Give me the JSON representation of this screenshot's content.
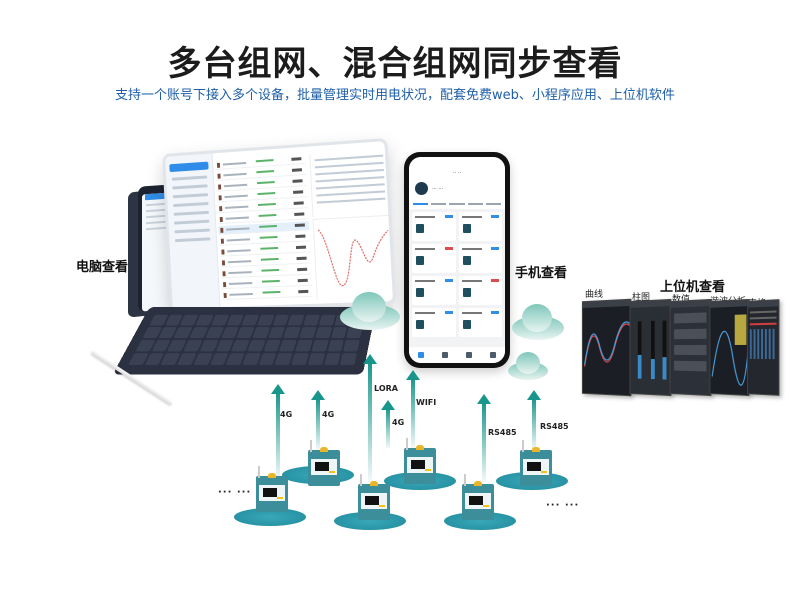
{
  "header": {
    "title": "多台组网、混合组网同步查看",
    "subtitle": "支持一个账号下接入多个设备，批量管理实时用电状况，配套免费web、小程序应用、上位机软件"
  },
  "labels": {
    "computer": "电脑查看",
    "phone": "手机查看",
    "host": "上位机查看"
  },
  "host_panels": [
    {
      "title": "曲线"
    },
    {
      "title": "柱图"
    },
    {
      "title": "数值"
    },
    {
      "title": "谐波分析"
    },
    {
      "title": "表格"
    }
  ],
  "protocols": [
    {
      "label": "4G"
    },
    {
      "label": "4G"
    },
    {
      "label": "LORA"
    },
    {
      "label": "4G"
    },
    {
      "label": "WIFI"
    },
    {
      "label": "RS485"
    },
    {
      "label": "RS485"
    }
  ],
  "ellipsis": [
    "··· ···",
    "··· ···"
  ],
  "colors": {
    "teal": "#18968c",
    "subtitle_blue": "#1e5fa8",
    "device_body": "#3b8e9a",
    "disk": "#1f8a9c",
    "cloud": "#7fc7bb"
  }
}
